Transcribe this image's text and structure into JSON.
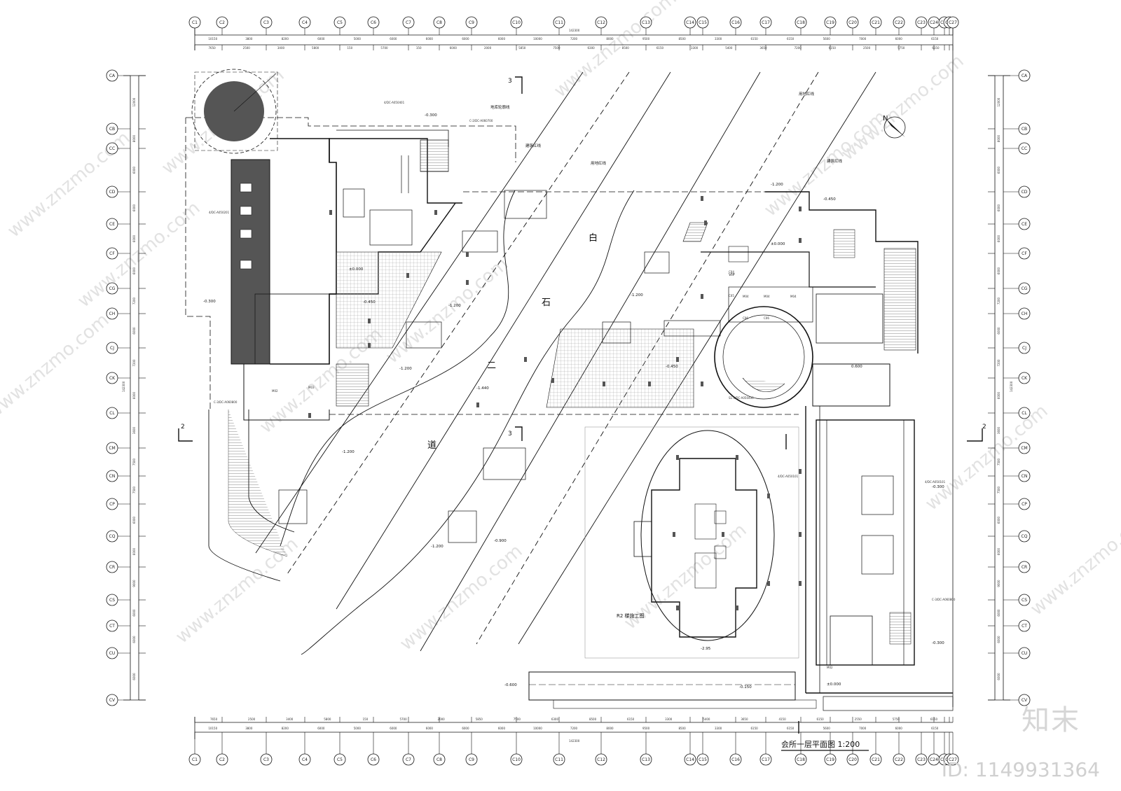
{
  "drawing": {
    "title": "会所一层平面图 1:200",
    "total_dimension": "142300",
    "north_label": "N",
    "section_marks": [
      "2",
      "3"
    ],
    "road_chars": [
      "白",
      "石",
      "二",
      "道"
    ],
    "labels": {
      "land_line_1": "用地红线",
      "land_line_2": "用地红线",
      "build_line_1": "建筑红线",
      "build_line_2": "建筑红线",
      "underground_line": "地库轮廓线",
      "r2_note": "R2 楼施工图",
      "vip": "VIP"
    },
    "levels": [
      "-0.300",
      "±0.000",
      "-0.450",
      "-1.200",
      "-1.440",
      "-0.900",
      "-0.600",
      "-0.150",
      "-2.95",
      "0.600",
      "-1.200"
    ],
    "door_tags": [
      "M02",
      "M04",
      "C06",
      "C05",
      "C04",
      "C03",
      "M03"
    ],
    "callouts": [
      "4/DC-A050101",
      "C-2/DC-A060700",
      "C-3/DC-A060800",
      "4/DC-A050201",
      "S1-4/DC-A050400",
      "4/DC-A050401"
    ]
  },
  "grid": {
    "columns": [
      "C1",
      "C2",
      "C3",
      "C4",
      "C5",
      "C6",
      "C7",
      "C8",
      "C9",
      "C10",
      "C11",
      "C12",
      "C13",
      "C14",
      "C15",
      "C16",
      "C17",
      "C18",
      "C19",
      "C20",
      "C21",
      "C22",
      "C23",
      "C24",
      "C25",
      "C26",
      "C27"
    ],
    "rows": [
      "CA",
      "CB",
      "CC",
      "CD",
      "CE",
      "CF",
      "CG",
      "CH",
      "CJ",
      "CK",
      "CL",
      "CM",
      "CN",
      "CP",
      "CQ",
      "CR",
      "CS",
      "CT",
      "CU",
      "CV"
    ],
    "top_dims_1": [
      "10150",
      "3800",
      "8200",
      "6000",
      "5000",
      "6000",
      "6000",
      "6000",
      "6000",
      "10000",
      "7200",
      "8000",
      "9500",
      "8500",
      "3300",
      "6150",
      "6150",
      "5600",
      "7000",
      "6000",
      "6150"
    ],
    "top_dims_2": [
      "7650",
      "2500",
      "3400",
      "5800",
      "150",
      "5700",
      "150",
      "6000",
      "2000",
      "5850",
      "7500",
      "6300",
      "8500",
      "6150",
      "3300",
      "5400",
      "3650",
      "7200",
      "6150",
      "2500",
      "5750",
      "6150"
    ],
    "bottom_dims_1": [
      "10150",
      "3800",
      "8200",
      "6000",
      "5000",
      "6000",
      "6000",
      "6000",
      "6000",
      "10000",
      "7200",
      "8000",
      "9500",
      "8500",
      "3300",
      "6150",
      "6150",
      "5600",
      "7000",
      "6000",
      "6150"
    ],
    "bottom_dims_2": [
      "7650",
      "2500",
      "3400",
      "5800",
      "150",
      "5700",
      "2000",
      "5850",
      "7500",
      "6300",
      "8500",
      "6150",
      "3300",
      "5400",
      "3650",
      "4150",
      "6150",
      "2550",
      "5750",
      "6150"
    ],
    "left_dims": [
      "12000",
      "8000",
      "6000",
      "6000",
      "6000",
      "6000",
      "7200",
      "6000",
      "7200",
      "6000",
      "3600",
      "7500",
      "7500",
      "6000",
      "6000",
      "9000",
      "6000",
      "6000",
      "6000",
      "8100"
    ],
    "right_dims": [
      "12000",
      "8000",
      "6000",
      "6000",
      "6000",
      "6000",
      "7200",
      "6000",
      "7200",
      "6000",
      "3600",
      "7500",
      "7500",
      "6000",
      "6000",
      "9000",
      "6000",
      "6000",
      "6000",
      "8100"
    ]
  },
  "watermark": {
    "text": "www.znzmo.com",
    "brand": "知末",
    "id": "ID: 1149931364"
  },
  "colors": {
    "line": "#111111",
    "fill_dark": "#4a4a4a",
    "hatch": "#9a9a9a",
    "watermark": "#e0e0e0"
  }
}
